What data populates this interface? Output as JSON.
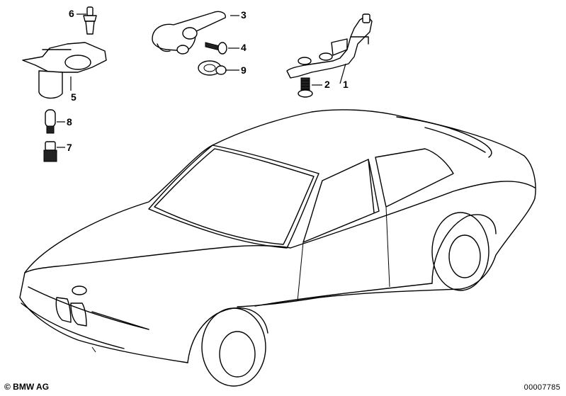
{
  "callouts": [
    {
      "id": "1",
      "label": "1"
    },
    {
      "id": "2",
      "label": "2"
    },
    {
      "id": "3",
      "label": "3"
    },
    {
      "id": "4",
      "label": "4"
    },
    {
      "id": "5",
      "label": "5"
    },
    {
      "id": "6",
      "label": "6"
    },
    {
      "id": "7",
      "label": "7"
    },
    {
      "id": "8",
      "label": "8"
    },
    {
      "id": "9",
      "label": "9"
    }
  ],
  "footer": {
    "copyright": "© BMW AG",
    "diagram_number": "00007785"
  }
}
